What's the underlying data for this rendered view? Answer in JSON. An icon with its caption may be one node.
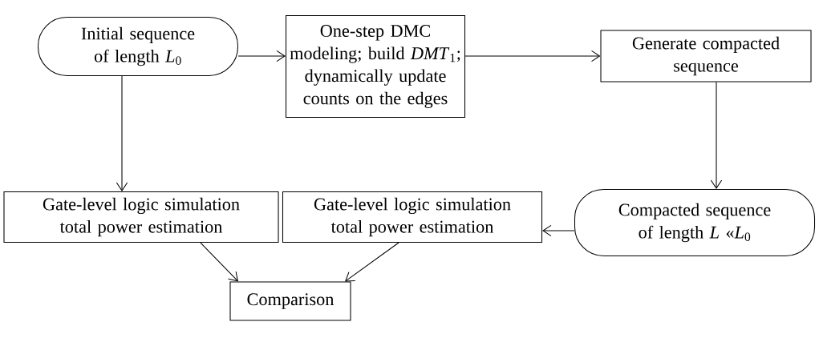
{
  "diagram": {
    "nodes": [
      {
        "text": [
          "Initial sequence of length *L*$_{0}$"
        ]
      },
      {
        "text": [
          "One-step DMC modeling; build *DMT*$_{1}$; dynamically update counts on the edges"
        ]
      },
      {
        "text": [
          "Generate compacted sequence"
        ]
      },
      {
        "text": [
          "Gate-level logic simulation total power estimation"
        ]
      },
      {
        "text": [
          "Gate-level logic simulation total power estimation"
        ]
      },
      {
        "text": [
          "Compacted sequence of length *L* «*L*$_{0}$"
        ]
      },
      {
        "text": [
          "Comparison"
        ]
      }
    ],
    "edges": [
      {
        "from": 0,
        "to": 1,
        "arrow": "to"
      },
      {
        "from": 1,
        "to": 2,
        "arrow": "to"
      },
      {
        "from": 0,
        "to": 3,
        "arrow": "to"
      },
      {
        "from": 2,
        "to": 5,
        "arrow": "to"
      },
      {
        "from": 5,
        "to": 4,
        "arrow": "to"
      },
      {
        "from": 3,
        "to": 6,
        "arrow": "to"
      },
      {
        "from": 4,
        "to": 6,
        "arrow": "to"
      }
    ]
  }
}
